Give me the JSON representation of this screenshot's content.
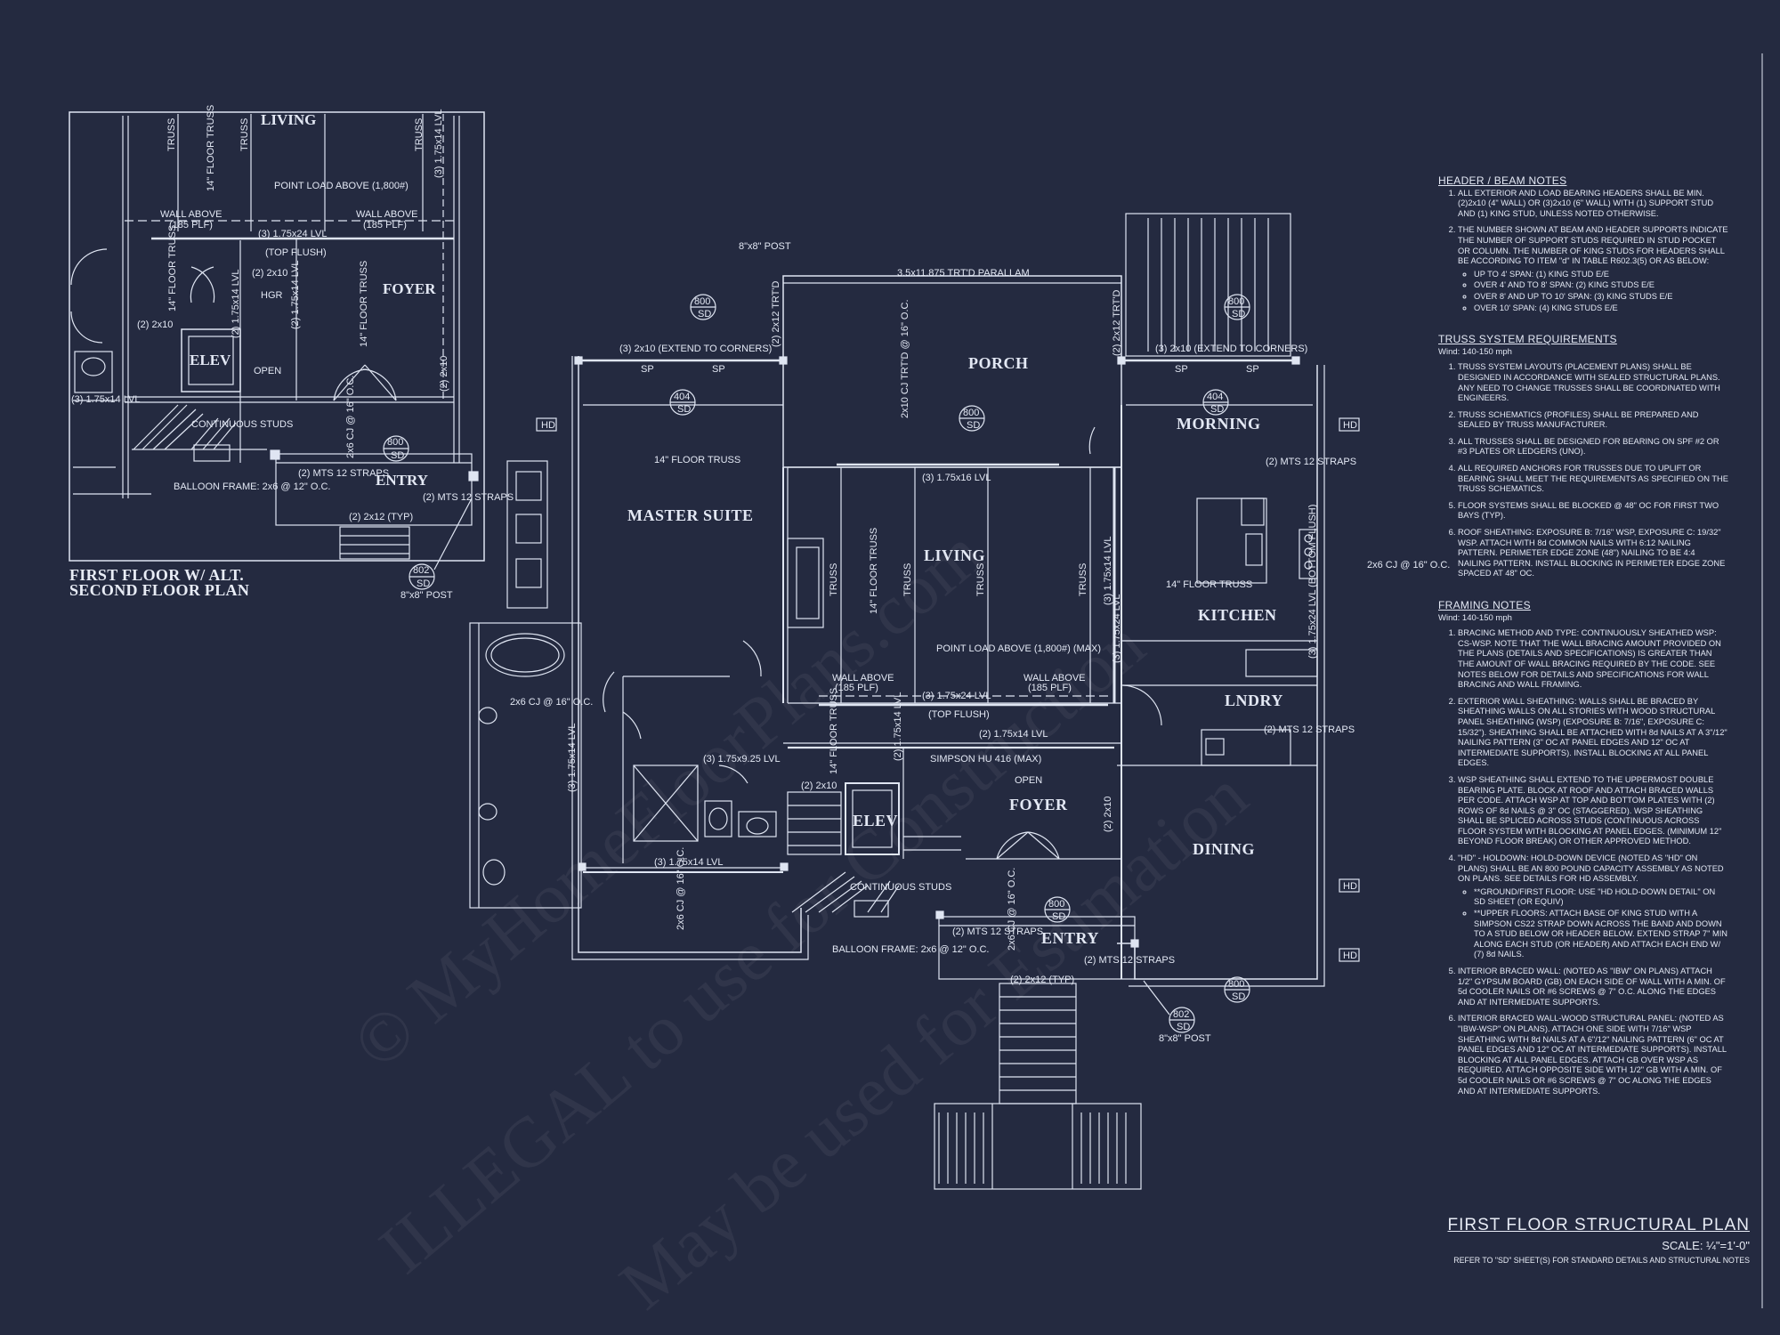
{
  "sheet": {
    "title": "FIRST FLOOR STRUCTURAL PLAN",
    "scale": "SCALE: ¼\"=1'-0\"",
    "reference": "REFER TO \"SD\" SHEET(S) FOR STANDARD DETAILS AND STRUCTURAL NOTES",
    "background": "#242a40",
    "line_color": "#dfe5f2"
  },
  "watermarks": [
    "© MyHomeFloorPlans.com",
    "ILLEGAL to use for Construction",
    "May be used for Estimation"
  ],
  "inset": {
    "caption_line1": "FIRST FLOOR W/ ALT.",
    "caption_line2": "SECOND FLOOR PLAN",
    "rooms": {
      "living": "LIVING",
      "foyer": "FOYER",
      "elev": "ELEV",
      "entry": "ENTRY"
    },
    "labels": {
      "truss1": "TRUSS",
      "truss2": "TRUSS",
      "truss3": "TRUSS",
      "floor_truss": "14\" FLOOR TRUSS",
      "lvl_right": "(3) 1.75x14 LVL",
      "wall_above_l": "WALL ABOVE",
      "wall_above_l2": "(185 PLF)",
      "point_load": "POINT LOAD ABOVE (1,800#)",
      "wall_above_r": "WALL ABOVE",
      "wall_above_r2": "(185 PLF)",
      "lvl_24": "(3) 1.75x24 LVL",
      "top_flush": "(TOP FLUSH)",
      "floor_truss_v": "14\" FLOOR TRUSS",
      "two_2x10": "(2) 2x10",
      "lvl_14": "(2) 1.75x14 LVL",
      "hgr": "HGR",
      "two_2x10b": "(2) 2x10",
      "open": "OPEN",
      "lvl_14b": "(2) 1.75x14 LVL",
      "continuous": "CONTINUOUS STUDS",
      "floor_truss_f": "14\" FLOOR TRUSS",
      "two_2x10c": "(2) 2x10",
      "cj": "2x6 CJ @ 16\" O.C.",
      "mts": "(2) MTS 12 STRAPS",
      "mts2": "(2) MTS 12 STRAPS",
      "balloon": "BALLOON FRAME: 2x6 @ 12\" O.C.",
      "two_2x12": "(2) 2x12 (TYP)",
      "post": "8\"x8\" POST",
      "tag_800": "800",
      "tag_sd": "SD",
      "tag_802": "802",
      "tag_sd2": "SD",
      "lvl_left": "(3) 1.75x14 LVL"
    }
  },
  "plan": {
    "rooms": {
      "porch": "PORCH",
      "master_suite": "MASTER SUITE",
      "living": "LIVING",
      "morning": "MORNING",
      "kitchen": "KITCHEN",
      "lndry": "LNDRY",
      "elev": "ELEV",
      "foyer": "FOYER",
      "dining": "DINING",
      "entry": "ENTRY"
    },
    "labels": {
      "parallam": "3.5x11.875 TRT'D PARALLAM",
      "post_tl": "8\"x8\" POST",
      "hdr_left": "(3) 2x10 (EXTEND TO CORNERS)",
      "hdr_right": "(3) 2x10 (EXTEND TO CORNERS)",
      "porch_trtd": "2x10 CJ TRT'D @ 16\" O.C.",
      "trtd_2x12": "(2) 2x12 TRT'D",
      "trtd_2x12b": "(2) 2x12 TRT'D",
      "master_truss": "14\" FLOOR TRUSS",
      "living_lvl16": "(3) 1.75x16 LVL",
      "truss_a": "TRUSS",
      "truss_b": "TRUSS",
      "truss_c": "TRUSS",
      "truss_d": "TRUSS",
      "floor_truss_v": "14\" FLOOR TRUSS",
      "lvl_14_v": "(3) 1.75x14 LVL",
      "point_load": "POINT LOAD ABOVE (1,800#) (MAX)",
      "wall_above_l": "WALL ABOVE",
      "wall_above_l2": "(185 PLF)",
      "wall_above_r": "WALL ABOVE",
      "wall_above_r2": "(185 PLF)",
      "lvl_24": "(3) 1.75x24 LVL",
      "top_flush": "(TOP FLUSH)",
      "kitchen_truss": "14\" FLOOR TRUSS",
      "kitchen_lvl": "(3) 1.75x24 LVL (BOTTOM FLUSH)",
      "kitchen_lvl2": "(3) 1.75x24 LVL",
      "cj_kitchen": "2x6 CJ @ 16\" O.C.",
      "mts_morning": "(2) MTS 12 STRAPS",
      "mts_lndry": "(2) MTS 12 STRAPS",
      "cj_bath": "2x6 CJ @ 16\" O.C.",
      "lvl_bath": "(3) 1.75x14 LVL",
      "lvl_925": "(3) 1.75x9.25 LVL",
      "lvl_bath_h": "(3) 1.75x14 LVL",
      "cj_closet": "2x6 CJ @ 16\" O.C.",
      "floor_truss_f": "14\" FLOOR TRUSS",
      "lvl_foyer_v": "(2) 1.75x14 LVL",
      "simpson": "SIMPSON HU 416 (MAX)",
      "lvl_foyer_h": "(2) 1.75x14 LVL",
      "two_2x10": "(2) 2x10",
      "open": "OPEN",
      "two_2x10_v": "(2) 2x10",
      "continuous": "CONTINUOUS STUDS",
      "balloon": "BALLOON FRAME: 2x6 @ 12\" O.C.",
      "cj_entry": "2x6 CJ @ 16\" O.C.",
      "mts_entry_l": "(2) MTS 12 STRAPS",
      "mts_entry_r": "(2) MTS 12 STRAPS",
      "two_2x12": "(2) 2x12 (TYP)",
      "post_b": "8\"x8\" POST",
      "hd": "HD",
      "sp": "SP"
    },
    "tags": [
      {
        "num": "800",
        "sd": "SD"
      },
      {
        "num": "404",
        "sd": "SD"
      },
      {
        "num": "800",
        "sd": "SD"
      },
      {
        "num": "404",
        "sd": "SD"
      },
      {
        "num": "800",
        "sd": "SD"
      },
      {
        "num": "800",
        "sd": "SD"
      },
      {
        "num": "802",
        "sd": "SD"
      },
      {
        "num": "800",
        "sd": "SD"
      }
    ]
  },
  "notes": {
    "header_beam": {
      "title": "HEADER / BEAM NOTES",
      "items": [
        "ALL EXTERIOR AND LOAD BEARING HEADERS SHALL BE MIN. (2)2x10 (4\" WALL) OR (3)2x10 (6\" WALL) WITH (1) SUPPORT STUD AND (1) KING STUD, UNLESS NOTED OTHERWISE.",
        "THE NUMBER SHOWN AT BEAM AND HEADER SUPPORTS INDICATE THE NUMBER OF SUPPORT STUDS REQUIRED IN STUD POCKET OR COLUMN. THE NUMBER OF KING STUDS FOR HEADERS SHALL BE ACCORDING TO ITEM \"d\" IN TABLE R602.3(5) OR AS BELOW:"
      ],
      "bullets": [
        "UP TO 4' SPAN: (1) KING STUD E/E",
        "OVER 4' AND TO 8' SPAN: (2) KING STUDS E/E",
        "OVER 8' AND UP TO 10' SPAN: (3) KING STUDS E/E",
        "OVER 10' SPAN: (4) KING STUDS E/E"
      ]
    },
    "truss": {
      "title": "TRUSS SYSTEM REQUIREMENTS",
      "wind": "Wind: 140-150 mph",
      "items": [
        "TRUSS SYSTEM LAYOUTS (PLACEMENT PLANS) SHALL BE DESIGNED IN ACCORDANCE WITH SEALED STRUCTURAL PLANS. ANY NEED TO CHANGE TRUSSES SHALL BE COORDINATED WITH ENGINEERS.",
        "TRUSS SCHEMATICS (PROFILES) SHALL BE PREPARED AND SEALED BY TRUSS MANUFACTURER.",
        "ALL TRUSSES SHALL BE DESIGNED FOR BEARING ON SPF #2 OR #3 PLATES OR LEDGERS (UNO).",
        "ALL REQUIRED ANCHORS FOR TRUSSES DUE TO UPLIFT OR BEARING SHALL MEET THE REQUIREMENTS AS SPECIFIED ON THE TRUSS SCHEMATICS.",
        "FLOOR SYSTEMS SHALL BE BLOCKED @ 48\" OC FOR FIRST TWO BAYS (TYP).",
        "ROOF SHEATHING: EXPOSURE B: 7/16\" WSP, EXPOSURE C: 19/32\" WSP. ATTACH WITH 8d COMMON NAILS WITH 6:12 NAILING PATTERN. PERIMETER EDGE ZONE (48\") NAILING TO BE 4:4 NAILING PATTERN. INSTALL BLOCKING IN PERIMETER EDGE ZONE SPACED AT 48\" OC."
      ]
    },
    "framing": {
      "title": "FRAMING NOTES",
      "wind": "Wind: 140-150 mph",
      "items": [
        "BRACING METHOD AND TYPE: CONTINUOUSLY SHEATHED WSP: CS-WSP. NOTE THAT THE WALL BRACING AMOUNT PROVIDED ON THE PLANS (DETAILS AND SPECIFICATIONS) IS GREATER THAN THE AMOUNT OF WALL BRACING REQUIRED BY THE CODE. SEE NOTES BELOW FOR DETAILS AND SPECIFICATIONS FOR WALL BRACING AND WALL FRAMING.",
        "EXTERIOR WALL SHEATHING: WALLS SHALL BE BRACED BY SHEATHING WALLS ON ALL STORIES WITH WOOD STRUCTURAL PANEL SHEATHING (WSP) (EXPOSURE B: 7/16\", EXPOSURE C: 15/32\"). SHEATHING SHALL BE ATTACHED WITH 8d NAILS AT A 3\"/12\" NAILING PATTERN (3\" OC AT PANEL EDGES AND 12\" OC AT INTERMEDIATE SUPPORTS). INSTALL BLOCKING AT ALL PANEL EDGES.",
        "WSP SHEATHING SHALL EXTEND TO THE UPPERMOST DOUBLE BEARING PLATE. BLOCK AT ROOF AND ATTACH BRACED WALLS PER CODE. ATTACH WSP AT TOP AND BOTTOM PLATES WITH (2) ROWS OF 8d NAILS @ 3\" OC (STAGGERED). WSP SHEATHING SHALL BE SPLICED ACROSS STUDS (CONTINUOUS ACROSS FLOOR SYSTEM WITH BLOCKING AT PANEL EDGES. (MINIMUM 12\" BEYOND FLOOR BREAK) OR OTHER APPROVED METHOD.",
        "\"HD\" - HOLDOWN: HOLD-DOWN DEVICE (NOTED AS \"HD\" ON PLANS) SHALL BE AN 800 POUND CAPACITY ASSEMBLY AS NOTED ON PLANS. SEE DETAILS FOR HD ASSEMBLY.",
        "INTERIOR BRACED WALL: (NOTED AS \"IBW\" ON PLANS) ATTACH 1/2\" GYPSUM BOARD (GB) ON EACH SIDE OF WALL WITH A MIN. OF 5d COOLER NAILS OR #6 SCREWS @ 7\" O.C. ALONG THE EDGES AND AT INTERMEDIATE SUPPORTS.",
        "INTERIOR BRACED WALL-WOOD STRUCTURAL PANEL: (NOTED AS \"IBW-WSP\" ON PLANS). ATTACH ONE SIDE WITH 7/16\" WSP SHEATHING WITH 8d NAILS AT A 6\"/12\" NAILING PATTERN (6\" OC AT PANEL EDGES AND 12\" OC AT INTERMEDIATE SUPPORTS). INSTALL BLOCKING AT ALL PANEL EDGES. ATTACH GB OVER WSP AS REQUIRED. ATTACH OPPOSITE SIDE WITH 1/2\" GB WITH A MIN. OF 5d COOLER NAILS OR #6 SCREWS @ 7\" OC ALONG THE EDGES AND AT INTERMEDIATE SUPPORTS."
      ],
      "hd_bullets": [
        "**GROUND/FIRST FLOOR: USE \"HD HOLD-DOWN DETAIL\" ON SD SHEET (OR EQUIV)",
        "**UPPER FLOORS: ATTACH BASE OF KING STUD WITH A SIMPSON CS22 STRAP DOWN ACROSS THE BAND AND DOWN TO A STUD BELOW OR HEADER BELOW. EXTEND STRAP 7\" MIN ALONG EACH STUD (OR HEADER) AND ATTACH EACH END W/ (7) 8d NAILS."
      ]
    }
  }
}
